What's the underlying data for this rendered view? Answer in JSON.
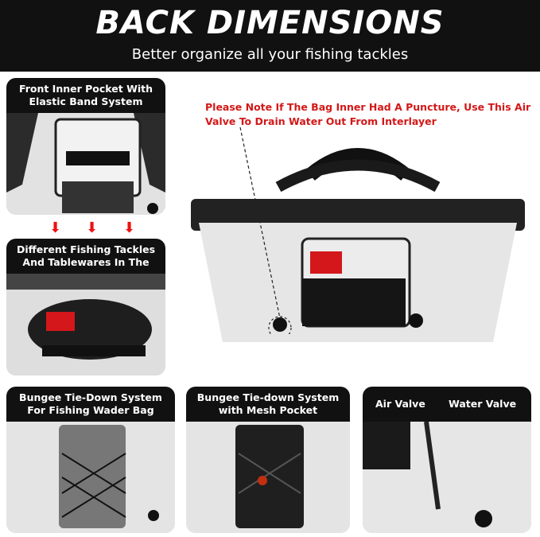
{
  "header": {
    "title": "BACK DIMENSIONS",
    "subtitle": "Better organize all your fishing tackles"
  },
  "panels": {
    "front_pocket": "Front Inner Pocket With Elastic Band System",
    "tackles": "Different Fishing Tackles And Tablewares In The",
    "bungee_wader": "Bungee Tie-Down System For Fishing Wader Bag",
    "bungee_mesh": "Bungee Tie-down System with Mesh Pocket",
    "air_valve": "Air Valve",
    "water_valve": "Water Valve"
  },
  "note": "Please Note If The Bag Inner Had A Puncture, Use This Air Valve To Drain Water Out From Interlayer",
  "colors": {
    "banner": "#111111",
    "note": "#d31818",
    "arrow": "#e11111"
  },
  "icons": [
    "down-arrow-icon"
  ]
}
